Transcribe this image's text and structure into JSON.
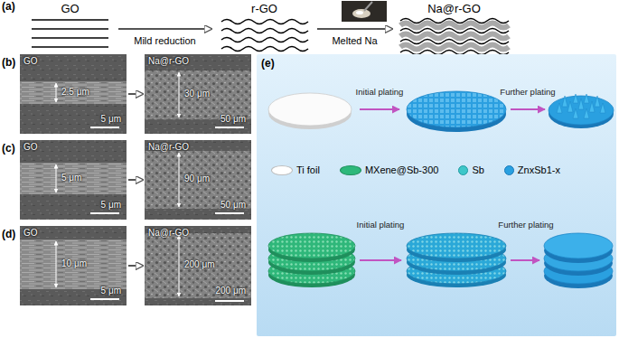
{
  "diagram": {
    "nodes": [
      {
        "text": [
          "GO"
        ]
      },
      {
        "text": [
          "r-GO"
        ]
      },
      {
        "text": [
          "Na@r-GO"
        ]
      },
      {
        "text": [
          "GO",
          "2.5 μm",
          "5 μm"
        ]
      },
      {
        "text": [
          "Na@r-GO",
          "30 μm",
          "50 μm"
        ]
      },
      {
        "text": [
          "GO",
          "5 μm",
          "5 μm"
        ]
      },
      {
        "text": [
          "Na@r-GO",
          "90 μm",
          "50 μm"
        ]
      },
      {
        "text": [
          "GO",
          "10 μm",
          "5 μm"
        ]
      },
      {
        "text": [
          "Na@r-GO",
          "200 μm",
          "200 μm"
        ]
      }
    ],
    "edges": [
      {
        "from": 0,
        "to": 1,
        "arrow": "to",
        "label": "Mild reduction"
      },
      {
        "from": 1,
        "to": 2,
        "arrow": "to",
        "label": "Melted Na"
      },
      {
        "from": 3,
        "to": 4,
        "arrow": "to"
      },
      {
        "from": 5,
        "to": 6,
        "arrow": "to"
      },
      {
        "from": 7,
        "to": 8,
        "arrow": "to"
      }
    ],
    "labels": [
      "(a)",
      "(b)",
      "(c)",
      "(d)",
      "(e)",
      "Initial plating",
      "Further plating",
      "Initial plating",
      "Further plating"
    ],
    "legend": [
      {
        "text": "Ti foil",
        "color": "#ffffff"
      },
      {
        "text": "MXene@Sb-300",
        "color": "#2db87a"
      },
      {
        "text": "Sb",
        "color": "#3ec7c9"
      },
      {
        "text": "ZnxSb1-x",
        "color": "#29a0e0"
      }
    ]
  }
}
